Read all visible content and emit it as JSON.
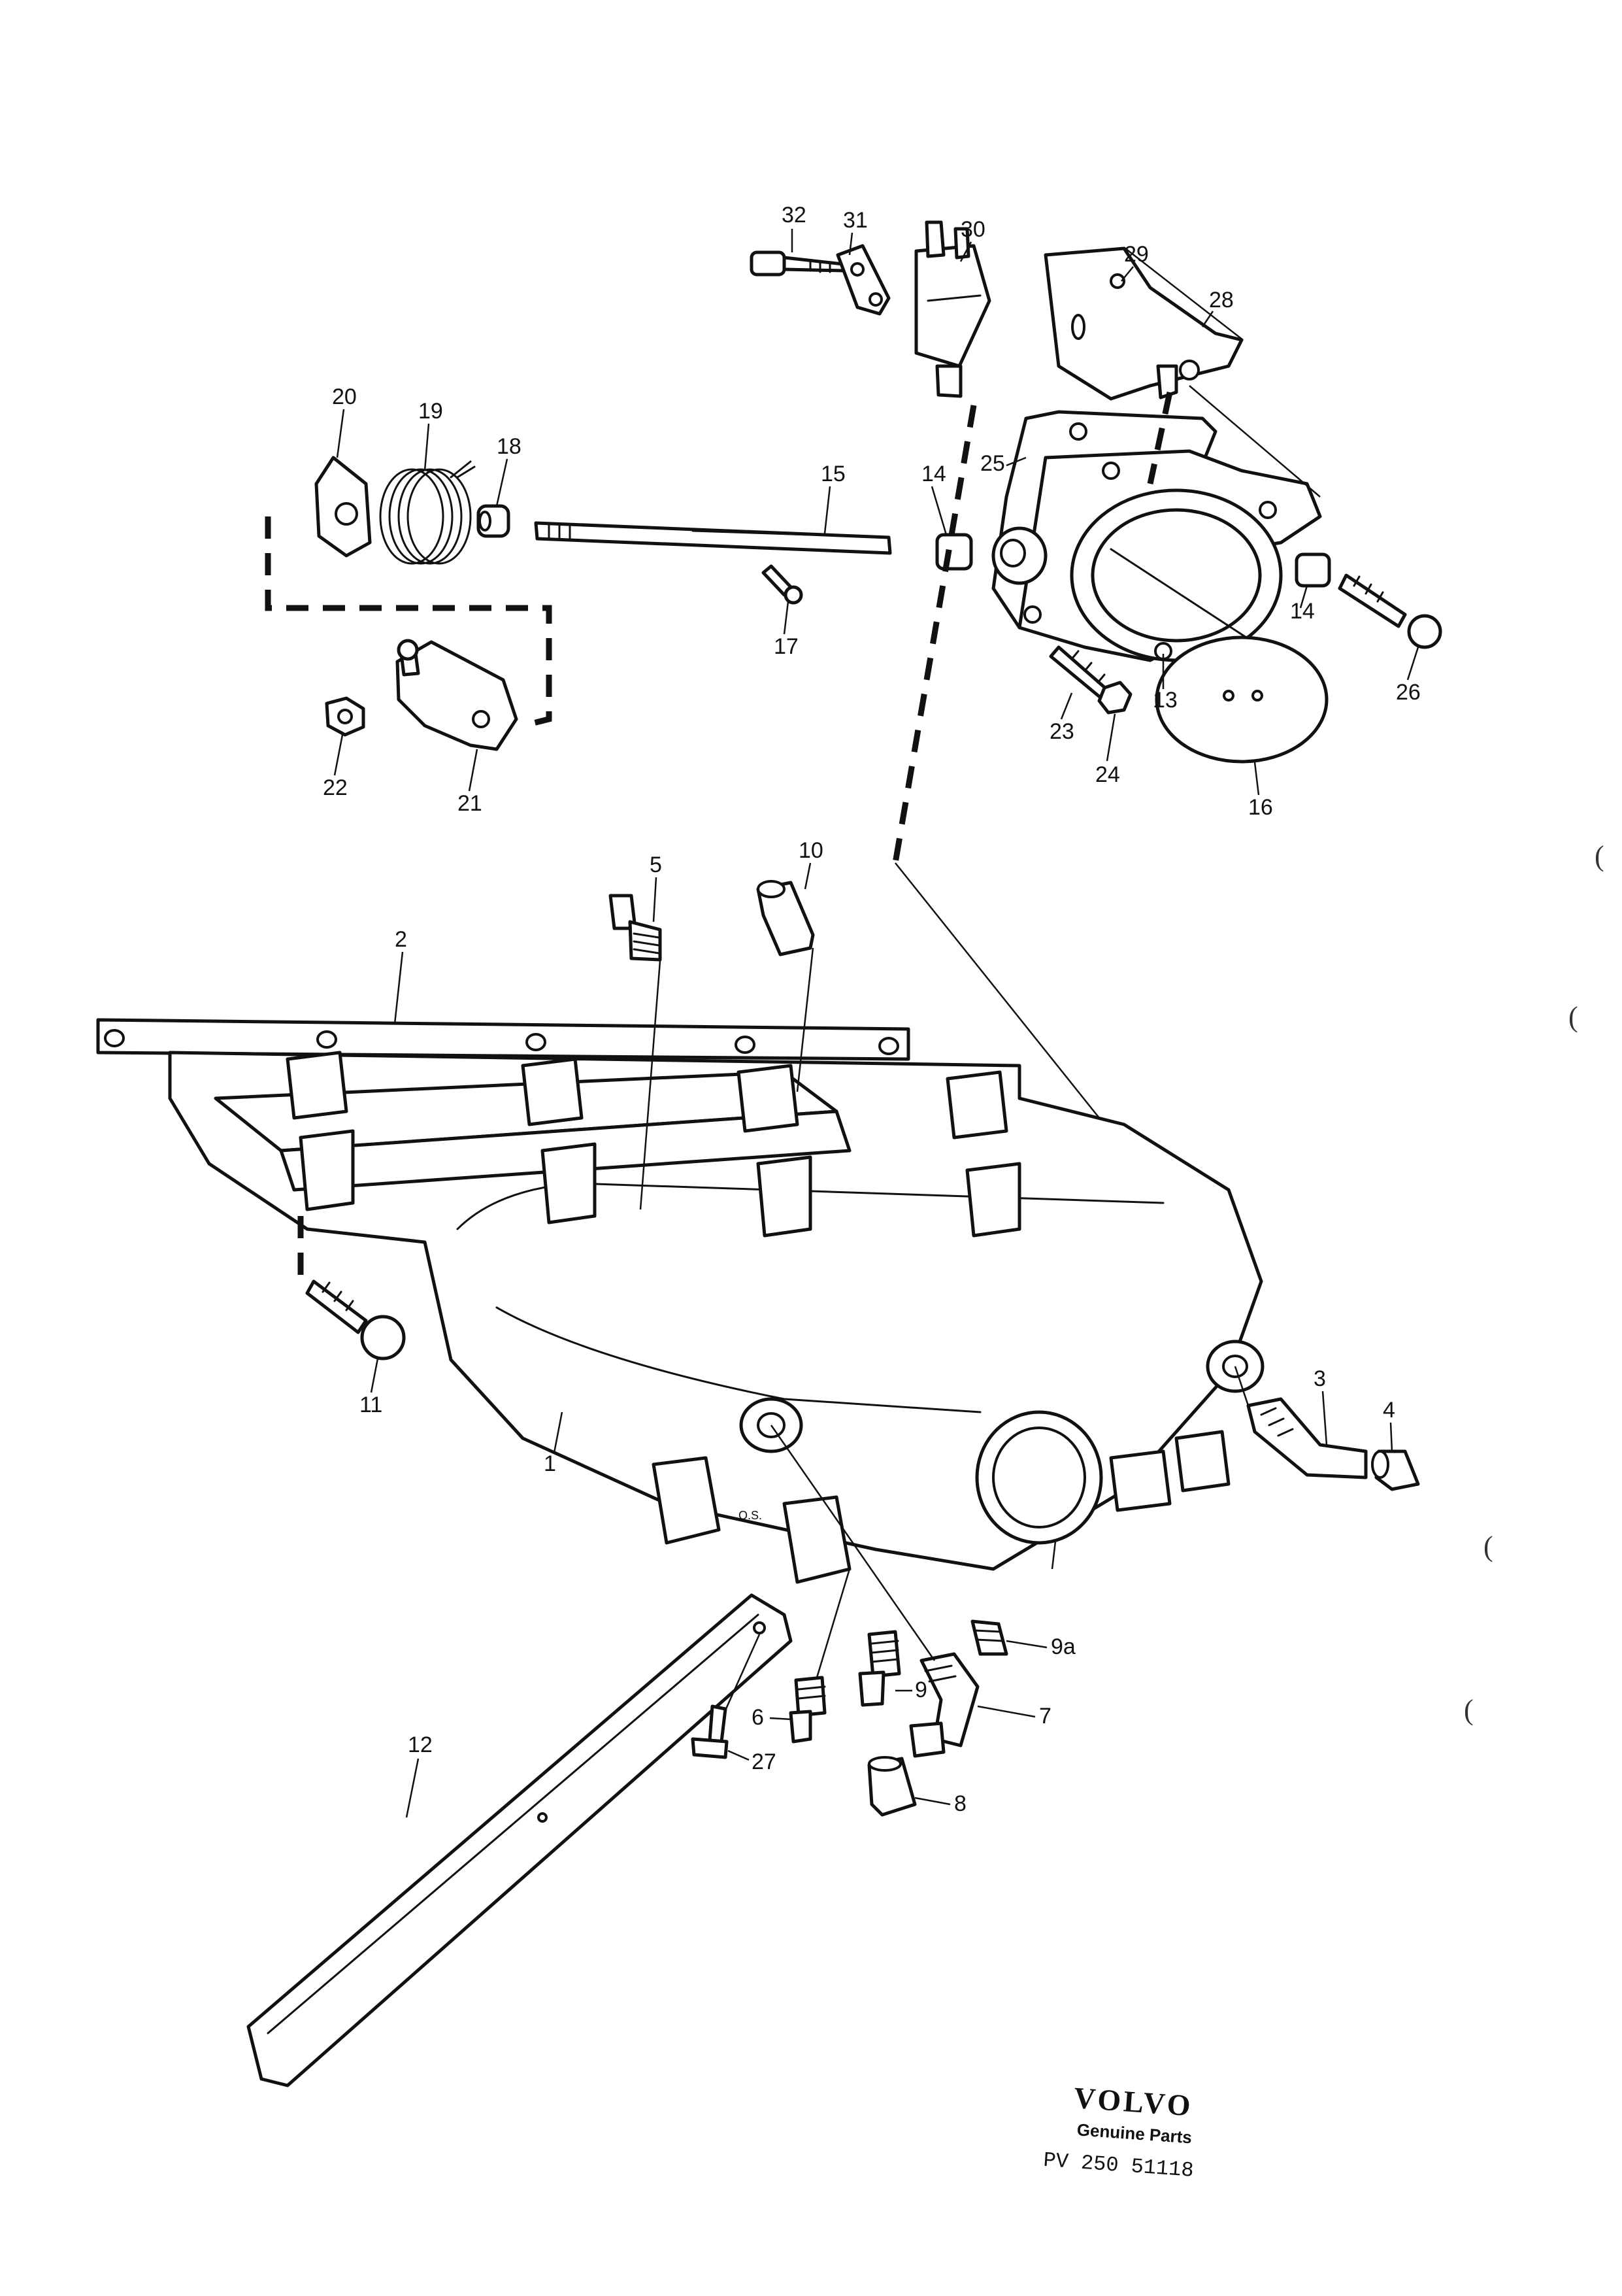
{
  "callouts": [
    {
      "id": "32",
      "label": "32"
    },
    {
      "id": "31",
      "label": "31"
    },
    {
      "id": "30",
      "label": "30"
    },
    {
      "id": "29",
      "label": "29"
    },
    {
      "id": "28",
      "label": "28"
    },
    {
      "id": "20",
      "label": "20"
    },
    {
      "id": "19",
      "label": "19"
    },
    {
      "id": "18",
      "label": "18"
    },
    {
      "id": "15",
      "label": "15"
    },
    {
      "id": "14a",
      "label": "14"
    },
    {
      "id": "25",
      "label": "25"
    },
    {
      "id": "14b",
      "label": "14"
    },
    {
      "id": "26",
      "label": "26"
    },
    {
      "id": "17",
      "label": "17"
    },
    {
      "id": "13",
      "label": "13"
    },
    {
      "id": "23",
      "label": "23"
    },
    {
      "id": "24",
      "label": "24"
    },
    {
      "id": "16",
      "label": "16"
    },
    {
      "id": "22",
      "label": "22"
    },
    {
      "id": "21",
      "label": "21"
    },
    {
      "id": "5",
      "label": "5"
    },
    {
      "id": "10",
      "label": "10"
    },
    {
      "id": "2",
      "label": "2"
    },
    {
      "id": "11",
      "label": "11"
    },
    {
      "id": "1",
      "label": "1"
    },
    {
      "id": "3",
      "label": "3"
    },
    {
      "id": "4",
      "label": "4"
    },
    {
      "id": "9a",
      "label": "9a"
    },
    {
      "id": "9",
      "label": "9"
    },
    {
      "id": "6",
      "label": "6"
    },
    {
      "id": "7",
      "label": "7"
    },
    {
      "id": "12",
      "label": "12"
    },
    {
      "id": "27",
      "label": "27"
    },
    {
      "id": "8",
      "label": "8"
    }
  ],
  "casting_mark": "O.S.",
  "margin_marks": [
    "(",
    "(",
    "(",
    "("
  ],
  "footer": {
    "brand": "VOLVO",
    "subtitle": "Genuine Parts",
    "part_number": "PV 250 51118"
  }
}
